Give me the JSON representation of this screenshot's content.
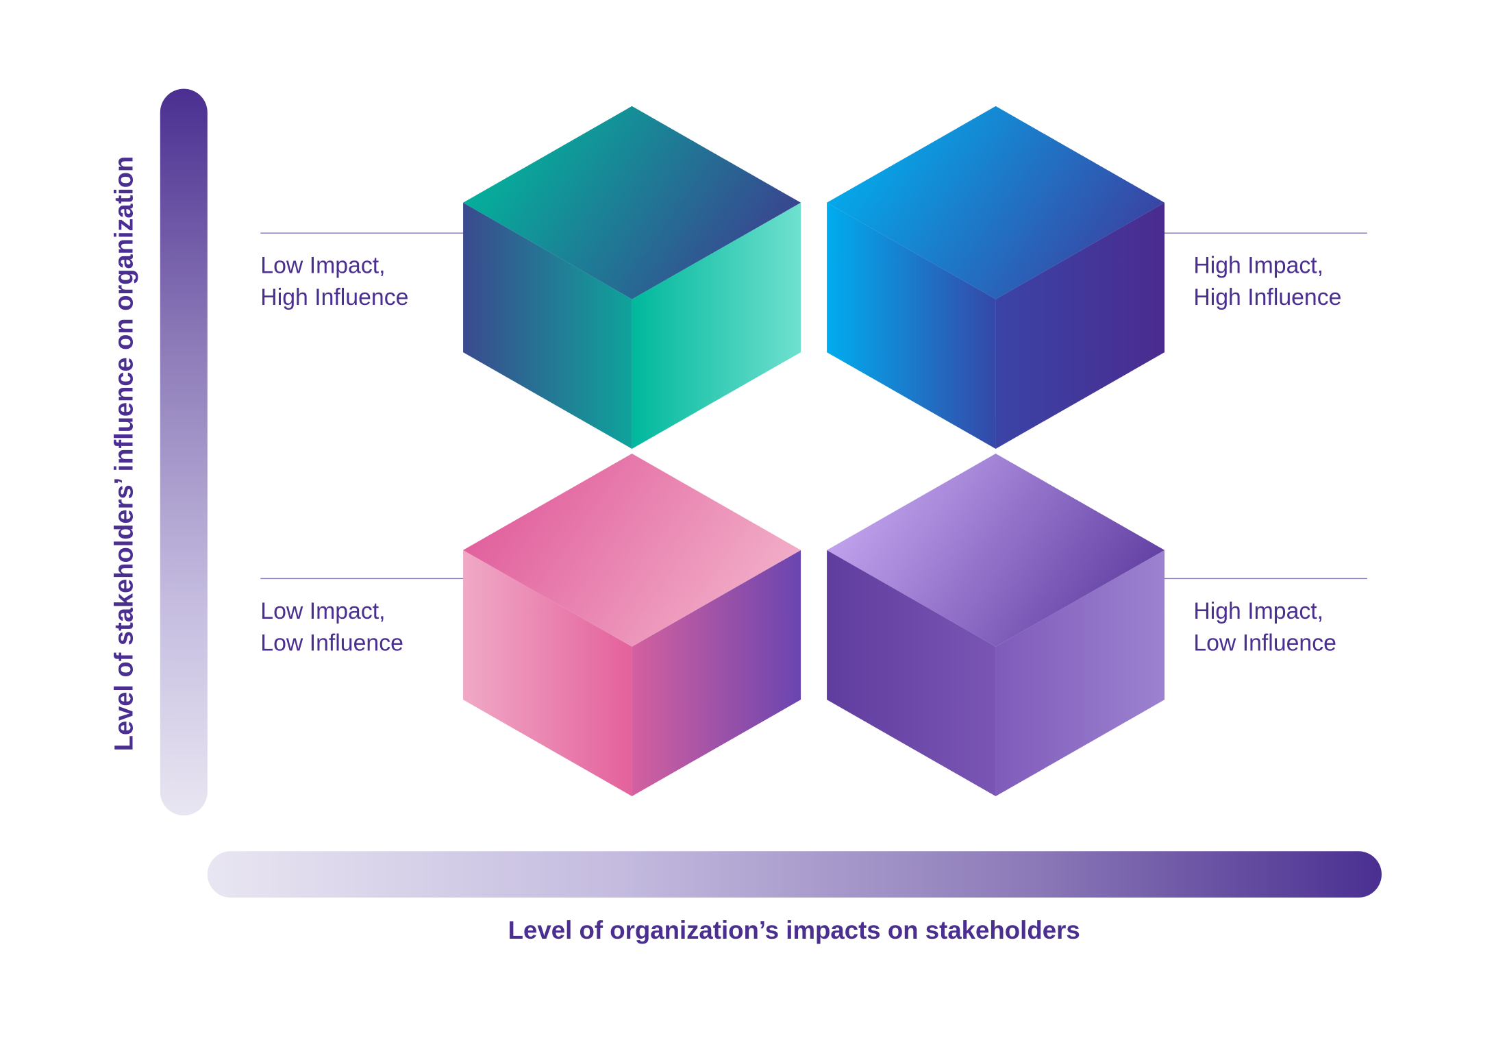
{
  "axes": {
    "y_label": "Level of stakeholders’ influence on organization",
    "x_label": "Level of organization’s impacts on stakeholders"
  },
  "quadrants": [
    {
      "id": "top-left",
      "line1": "Low Impact,",
      "line2": "High Influence",
      "theme": "teal",
      "colors": {
        "top": [
          "#00b89c",
          "#3d3d8f"
        ],
        "left": [
          "#3a4a8e",
          "#0fa39b"
        ],
        "right": [
          "#00b89c",
          "#6fe0cf"
        ]
      }
    },
    {
      "id": "top-right",
      "line1": "High Impact,",
      "line2": "High Influence",
      "theme": "blue",
      "colors": {
        "top": [
          "#00b0ef",
          "#3d3d9e"
        ],
        "left": [
          "#00acee",
          "#3548a8"
        ],
        "right": [
          "#3a44a6",
          "#4b2b8f"
        ]
      }
    },
    {
      "id": "bottom-left",
      "line1": "Low Impact,",
      "line2": "Low Influence",
      "theme": "pink",
      "colors": {
        "top": [
          "#e05a9a",
          "#f3b3cb"
        ],
        "left": [
          "#f0a9c6",
          "#e4619c"
        ],
        "right": [
          "#d4609f",
          "#6a45b0"
        ]
      }
    },
    {
      "id": "bottom-right",
      "line1": "High Impact,",
      "line2": "Low Influence",
      "theme": "purple",
      "colors": {
        "top": [
          "#c7a9f2",
          "#5c3a9f"
        ],
        "left": [
          "#5f3d9e",
          "#7a55b4"
        ],
        "right": [
          "#7f5bba",
          "#9c82d0"
        ]
      }
    }
  ]
}
